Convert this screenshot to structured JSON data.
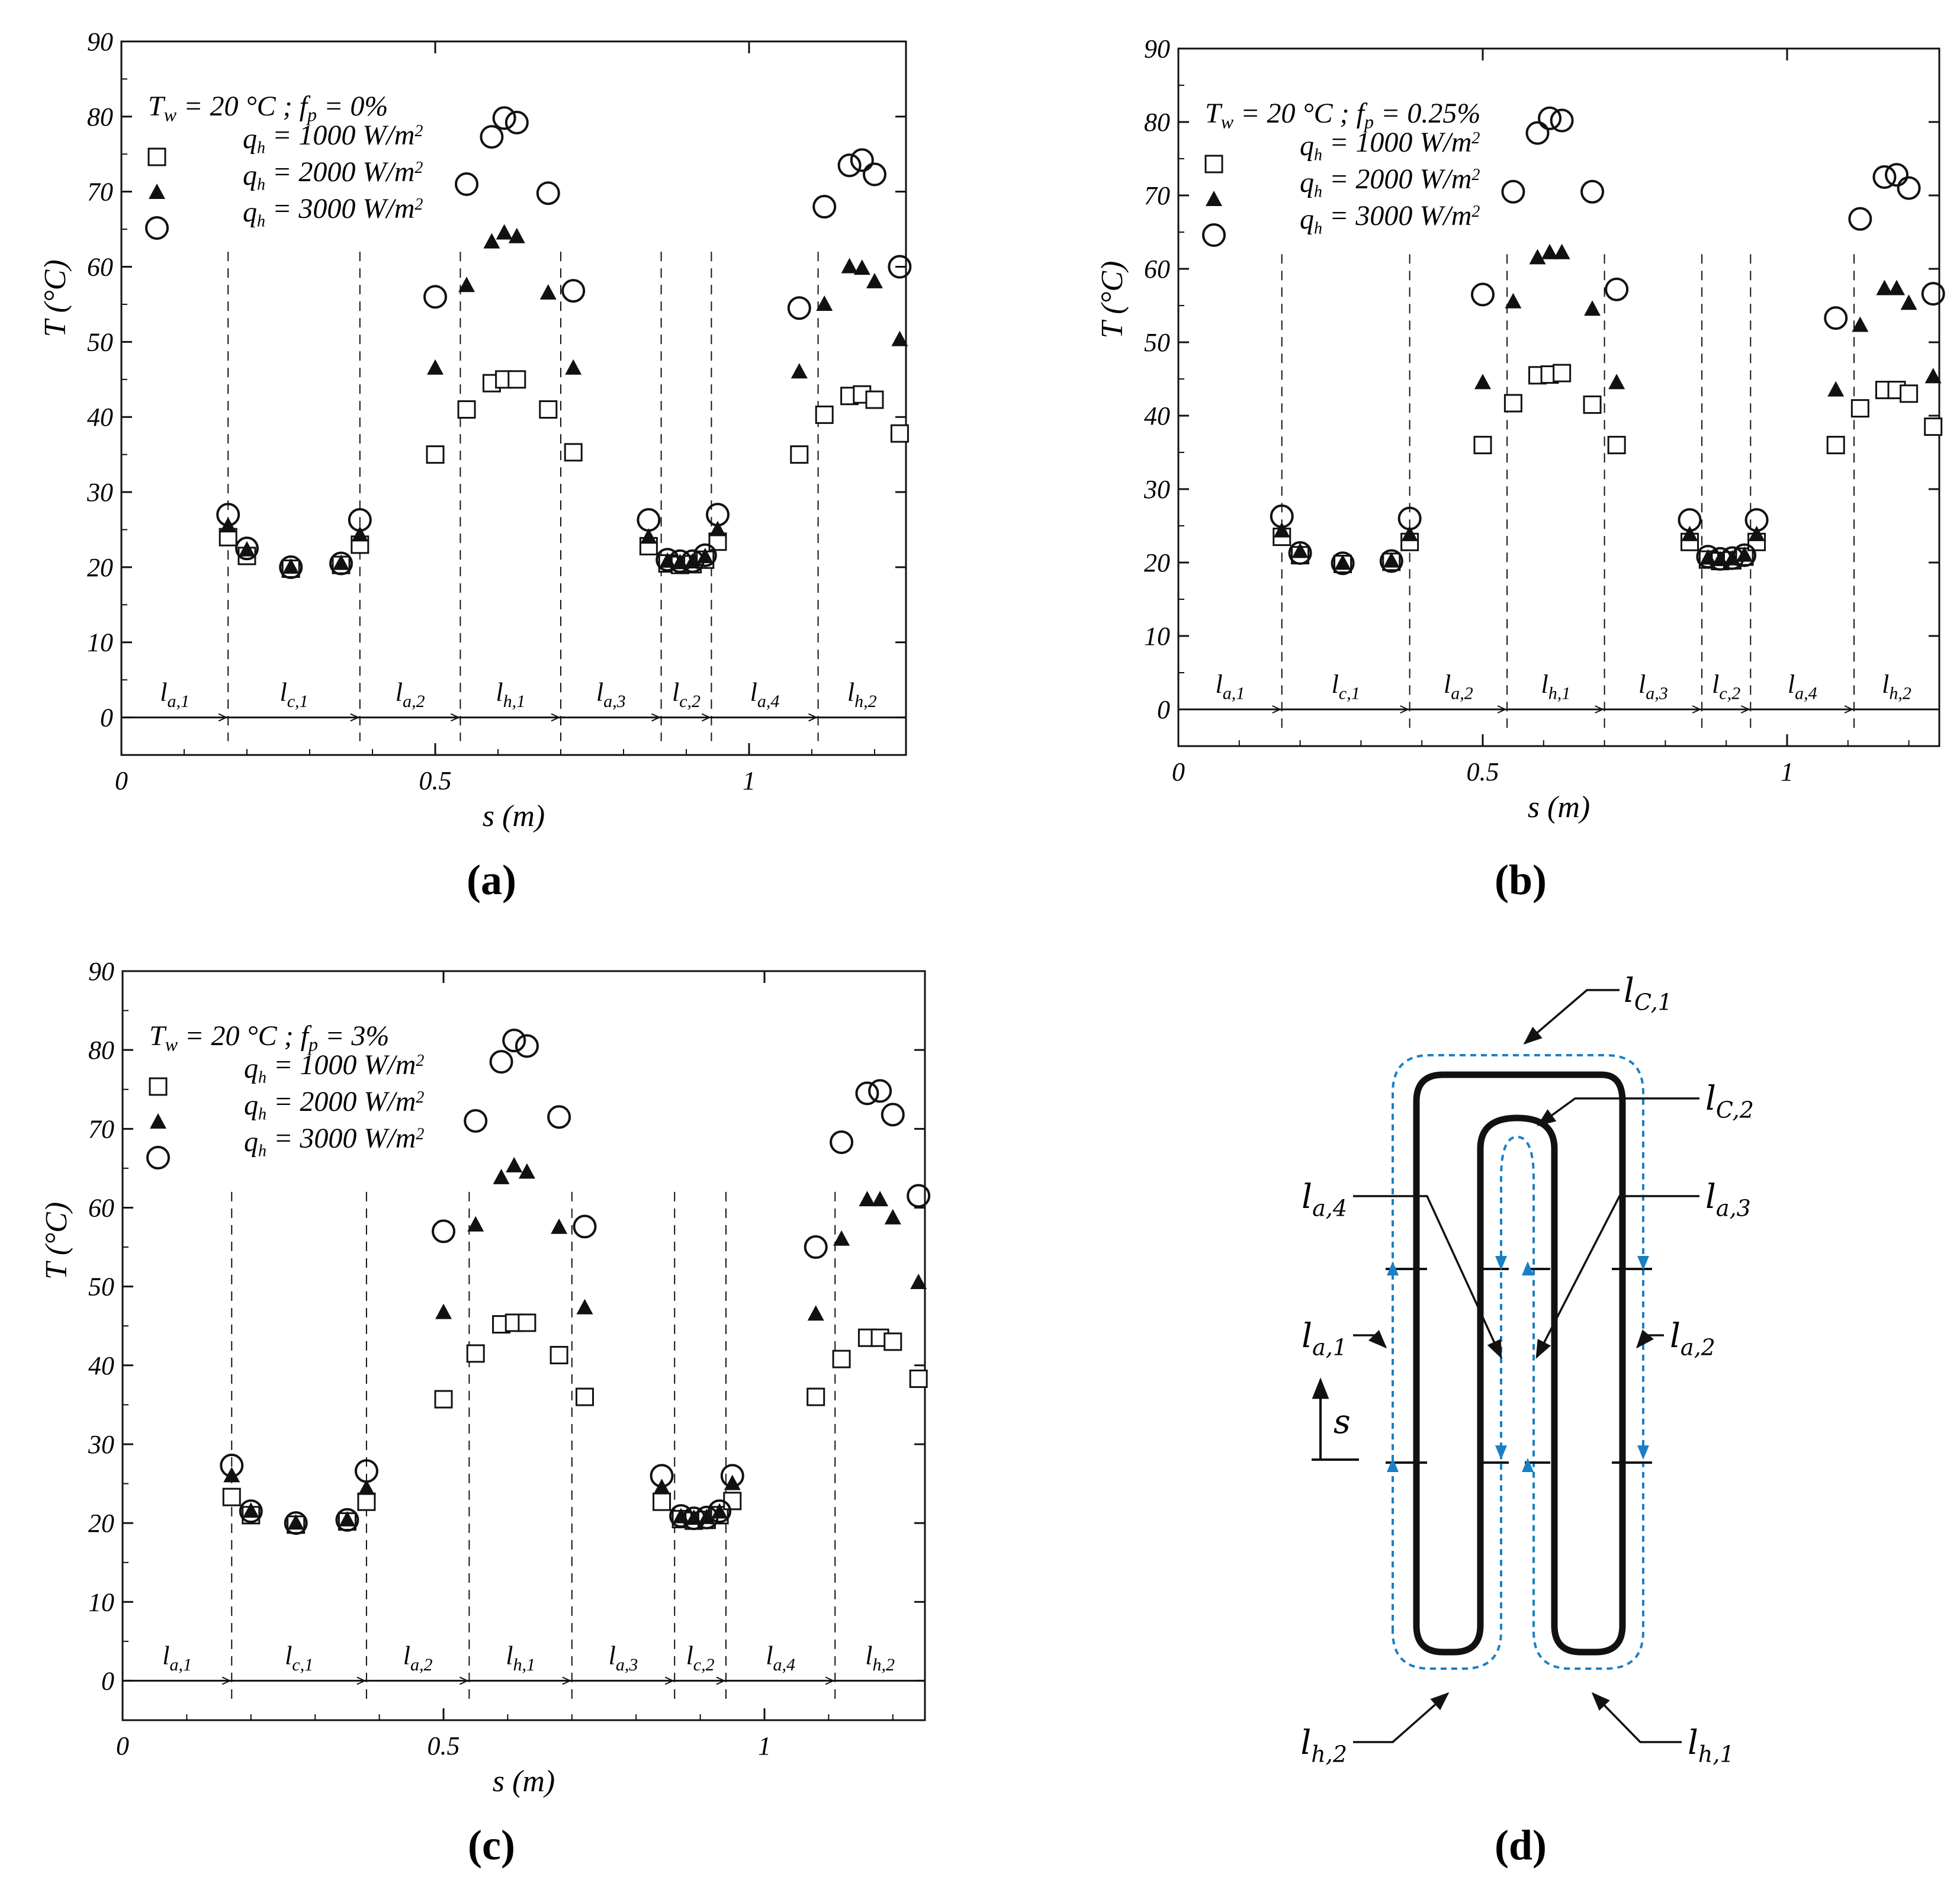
{
  "chart_data": [
    {
      "type": "scatter",
      "caption": "(a)",
      "annotation": "T_w = 20 °C ; f_p = 0%",
      "xlabel": "s (m)",
      "ylabel": "T (°C)",
      "xlim": [
        0,
        1.25
      ],
      "ylim": [
        -5,
        90
      ],
      "xticks": [
        "0",
        "0.5",
        "1"
      ],
      "yticks": [
        "0",
        "10",
        "20",
        "30",
        "40",
        "50",
        "60",
        "70",
        "80",
        "90"
      ],
      "grid": false,
      "legend": "top-left",
      "dividers": [
        0.17,
        0.38,
        0.54,
        0.7,
        0.86,
        0.94,
        1.11
      ],
      "segments": [
        "l_a,1",
        "l_c,1",
        "l_a,2",
        "l_h,1",
        "l_a,3",
        "l_c,2",
        "l_a,4",
        "l_h,2"
      ],
      "series": [
        {
          "name": "q_h = 1000 W/m²",
          "marker": "square",
          "x": [
            0.17,
            0.2,
            0.27,
            0.35,
            0.38,
            0.5,
            0.55,
            0.59,
            0.61,
            0.63,
            0.68,
            0.72,
            0.84,
            0.87,
            0.89,
            0.91,
            0.93,
            0.95,
            1.08,
            1.12,
            1.16,
            1.18,
            1.2,
            1.24
          ],
          "y": [
            24,
            21.5,
            19.8,
            20.3,
            23,
            35,
            41,
            44.5,
            45,
            45,
            41,
            35.3,
            22.8,
            20.5,
            20.3,
            20.4,
            21,
            23.4,
            35,
            40.3,
            42.8,
            43,
            42.3,
            37.8
          ]
        },
        {
          "name": "q_h = 2000 W/m²",
          "marker": "triangle",
          "x": [
            0.17,
            0.2,
            0.27,
            0.35,
            0.38,
            0.5,
            0.55,
            0.59,
            0.61,
            0.63,
            0.68,
            0.72,
            0.84,
            0.87,
            0.89,
            0.91,
            0.93,
            0.95,
            1.08,
            1.12,
            1.16,
            1.18,
            1.2,
            1.24
          ],
          "y": [
            25.5,
            22.3,
            20,
            20.5,
            24.3,
            46.5,
            57.5,
            63.3,
            64.5,
            64,
            56.5,
            46.5,
            24,
            20.8,
            20.6,
            20.7,
            21.4,
            25,
            46,
            55,
            60,
            59.8,
            58,
            50.3
          ]
        },
        {
          "name": "q_h = 3000 W/m²",
          "marker": "circle",
          "x": [
            0.17,
            0.2,
            0.27,
            0.35,
            0.38,
            0.5,
            0.55,
            0.59,
            0.61,
            0.63,
            0.68,
            0.72,
            0.84,
            0.87,
            0.89,
            0.91,
            0.93,
            0.95,
            1.08,
            1.12,
            1.16,
            1.18,
            1.2,
            1.24
          ],
          "y": [
            27,
            22.5,
            20,
            20.5,
            26.3,
            56,
            71,
            77.3,
            79.8,
            79.2,
            69.8,
            56.8,
            26.3,
            21,
            20.8,
            20.8,
            21.6,
            27,
            54.5,
            68,
            73.5,
            74.2,
            72.3,
            60
          ]
        }
      ]
    },
    {
      "type": "scatter",
      "caption": "(b)",
      "annotation": "T_w = 20 °C ; f_p = 0.25%",
      "xlabel": "s (m)",
      "ylabel": "T (°C)",
      "xlim": [
        0,
        1.25
      ],
      "ylim": [
        -5,
        90
      ],
      "xticks": [
        "0",
        "0.5",
        "1"
      ],
      "yticks": [
        "0",
        "10",
        "20",
        "30",
        "40",
        "50",
        "60",
        "70",
        "80",
        "90"
      ],
      "grid": false,
      "legend": "top-left",
      "dividers": [
        0.17,
        0.38,
        0.54,
        0.7,
        0.86,
        0.94,
        1.11
      ],
      "segments": [
        "l_a,1",
        "l_c,1",
        "l_a,2",
        "l_h,1",
        "l_a,3",
        "l_c,2",
        "l_a,4",
        "l_h,2"
      ],
      "series": [
        {
          "name": "q_h = 1000 W/m²",
          "marker": "square",
          "x": [
            0.17,
            0.2,
            0.27,
            0.35,
            0.38,
            0.5,
            0.55,
            0.59,
            0.61,
            0.63,
            0.68,
            0.72,
            0.84,
            0.87,
            0.89,
            0.91,
            0.93,
            0.95,
            1.08,
            1.12,
            1.16,
            1.18,
            1.2,
            1.24
          ],
          "y": [
            23.5,
            21,
            19.8,
            20.1,
            22.8,
            36,
            41.7,
            45.5,
            45.6,
            45.8,
            41.5,
            36,
            22.8,
            20.4,
            20.2,
            20.3,
            20.8,
            22.8,
            36,
            41,
            43.5,
            43.5,
            43,
            38.5
          ]
        },
        {
          "name": "q_h = 2000 W/m²",
          "marker": "triangle",
          "x": [
            0.17,
            0.2,
            0.27,
            0.35,
            0.38,
            0.5,
            0.55,
            0.59,
            0.61,
            0.63,
            0.68,
            0.72,
            0.84,
            0.87,
            0.89,
            0.91,
            0.93,
            0.95,
            1.08,
            1.12,
            1.16,
            1.18,
            1.2,
            1.24
          ],
          "y": [
            24.3,
            21.5,
            19.9,
            20.2,
            23.8,
            44.5,
            55.5,
            61.5,
            62.2,
            62.2,
            54.5,
            44.5,
            23.8,
            20.6,
            20.4,
            20.5,
            21,
            23.8,
            43.5,
            52.3,
            57.3,
            57.3,
            55.3,
            45.3
          ]
        },
        {
          "name": "q_h = 3000 W/m²",
          "marker": "circle",
          "x": [
            0.17,
            0.2,
            0.27,
            0.35,
            0.38,
            0.5,
            0.55,
            0.59,
            0.61,
            0.63,
            0.68,
            0.72,
            0.84,
            0.87,
            0.89,
            0.91,
            0.93,
            0.95,
            1.08,
            1.12,
            1.16,
            1.18,
            1.2,
            1.24
          ],
          "y": [
            26.3,
            21.3,
            19.9,
            20.2,
            26,
            56.5,
            70.5,
            78.5,
            80.5,
            80.2,
            70.5,
            57.2,
            25.8,
            20.8,
            20.5,
            20.6,
            21,
            25.8,
            53.3,
            66.8,
            72.5,
            72.8,
            71,
            56.6
          ]
        }
      ]
    },
    {
      "type": "scatter",
      "caption": "(c)",
      "annotation": "T_w = 20 °C ; f_p = 3%",
      "xlabel": "s (m)",
      "ylabel": "T (°C)",
      "xlim": [
        0,
        1.25
      ],
      "ylim": [
        -5,
        90
      ],
      "xticks": [
        "0",
        "0.5",
        "1"
      ],
      "yticks": [
        "0",
        "10",
        "20",
        "30",
        "40",
        "50",
        "60",
        "70",
        "80",
        "90"
      ],
      "grid": false,
      "legend": "top-left",
      "dividers": [
        0.17,
        0.38,
        0.54,
        0.7,
        0.86,
        0.94,
        1.11
      ],
      "segments": [
        "l_a,1",
        "l_c,1",
        "l_a,2",
        "l_h,1",
        "l_a,3",
        "l_c,2",
        "l_a,4",
        "l_h,2"
      ],
      "series": [
        {
          "name": "q_h = 1000 W/m²",
          "marker": "square",
          "x": [
            0.17,
            0.2,
            0.27,
            0.35,
            0.38,
            0.5,
            0.55,
            0.59,
            0.61,
            0.63,
            0.68,
            0.72,
            0.84,
            0.87,
            0.89,
            0.91,
            0.93,
            0.95,
            1.08,
            1.12,
            1.16,
            1.18,
            1.2,
            1.24
          ],
          "y": [
            23.3,
            21,
            19.8,
            20.2,
            22.7,
            35.7,
            41.5,
            45.2,
            45.4,
            45.4,
            41.3,
            36,
            22.7,
            20.5,
            20.3,
            20.4,
            21,
            22.8,
            36,
            40.8,
            43.5,
            43.5,
            43,
            38.3
          ]
        },
        {
          "name": "q_h = 2000 W/m²",
          "marker": "triangle",
          "x": [
            0.17,
            0.2,
            0.27,
            0.35,
            0.38,
            0.5,
            0.55,
            0.59,
            0.61,
            0.63,
            0.68,
            0.72,
            0.84,
            0.87,
            0.89,
            0.91,
            0.93,
            0.95,
            1.08,
            1.12,
            1.16,
            1.18,
            1.2,
            1.24
          ],
          "y": [
            26,
            21.5,
            20,
            20.4,
            24.4,
            46.7,
            57.8,
            63.8,
            65.3,
            64.5,
            57.5,
            47.3,
            24.5,
            20.8,
            20.6,
            20.7,
            21.4,
            25,
            46.5,
            56,
            61,
            61,
            58.7,
            50.5
          ]
        },
        {
          "name": "q_h = 3000 W/m²",
          "marker": "circle",
          "x": [
            0.17,
            0.2,
            0.27,
            0.35,
            0.38,
            0.5,
            0.55,
            0.59,
            0.61,
            0.63,
            0.68,
            0.72,
            0.84,
            0.87,
            0.89,
            0.91,
            0.93,
            0.95,
            1.08,
            1.12,
            1.16,
            1.18,
            1.2,
            1.24
          ],
          "y": [
            27.3,
            21.5,
            20,
            20.4,
            26.6,
            57,
            71,
            78.5,
            81.2,
            80.5,
            71.5,
            57.6,
            26,
            20.9,
            20.6,
            20.7,
            21.5,
            26,
            55,
            68.3,
            74.5,
            74.8,
            71.8,
            61.5
          ]
        }
      ]
    }
  ],
  "diagram": {
    "caption": "(d)",
    "labels": {
      "lc1": "l_C,1",
      "lc2": "l_C,2",
      "la4": "l_a,4",
      "la3": "l_a,3",
      "la1": "l_a,1",
      "la2": "l_a,2",
      "lh2": "l_h,2",
      "lh1": "l_h,1",
      "s": "s"
    }
  },
  "colors": {
    "ink": "#111111",
    "flow": "#1b7fc4",
    "background": "#ffffff"
  }
}
